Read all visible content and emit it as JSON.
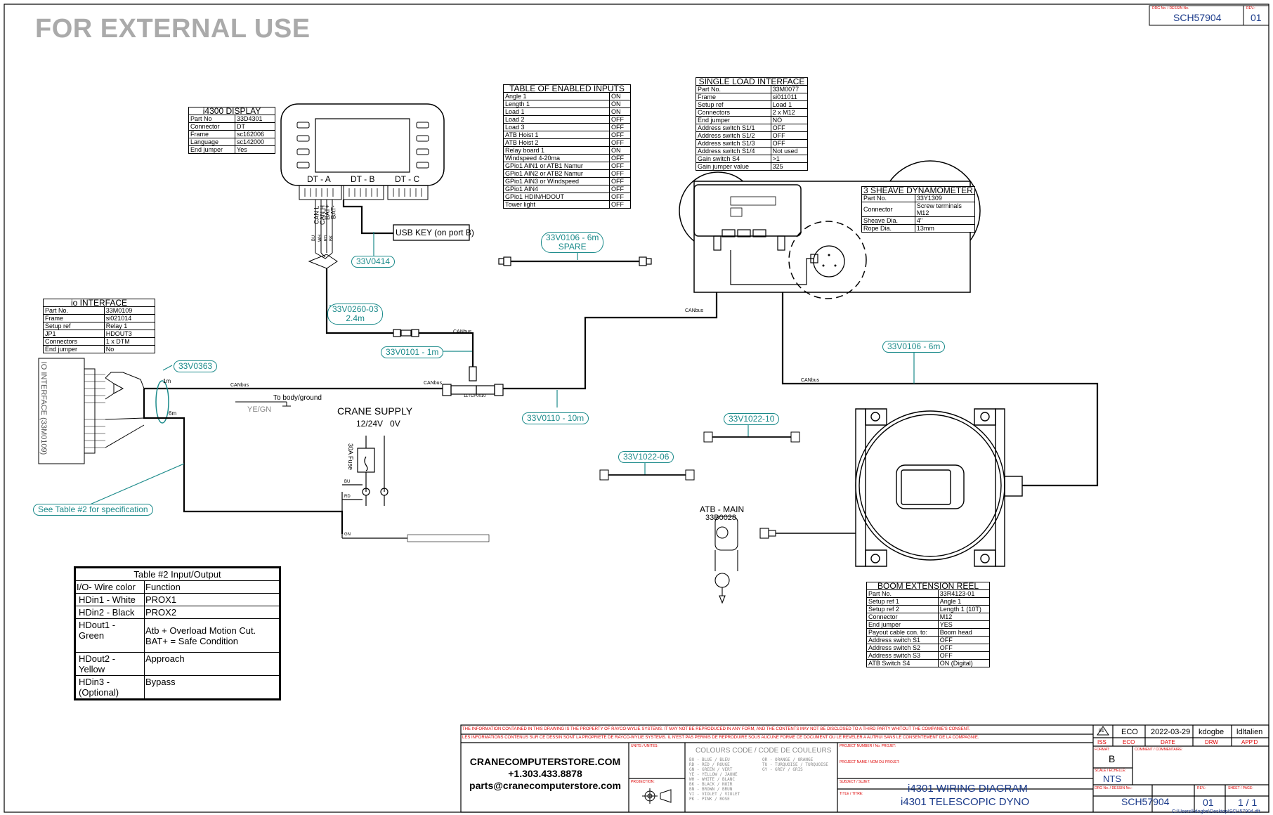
{
  "header": {
    "external_use": "FOR EXTERNAL USE",
    "drg_no_label": "DRG No. / DESSIN No.",
    "drg_no": "SCH57904",
    "rev_label": "REV.:",
    "rev": "01"
  },
  "display": {
    "title": "i4300 DISPLAY",
    "rows": [
      [
        "Part No",
        "33D4301"
      ],
      [
        "Connector",
        "DT"
      ],
      [
        "Frame",
        "sc162006"
      ],
      [
        "Language",
        "sc142000"
      ],
      [
        "End jumper",
        "Yes"
      ]
    ],
    "ports": [
      "DT - A",
      "DT - B",
      "DT - C"
    ]
  },
  "enabled_inputs": {
    "title": "TABLE OF ENABLED INPUTS",
    "rows": [
      [
        "Angle 1",
        "ON"
      ],
      [
        "Length 1",
        "ON"
      ],
      [
        "Load 1",
        "ON"
      ],
      [
        "Load 2",
        "OFF"
      ],
      [
        "Load 3",
        "OFF"
      ],
      [
        "ATB Hoist 1",
        "OFF"
      ],
      [
        "ATB Hoist 2",
        "OFF"
      ],
      [
        "Relay board 1",
        "ON"
      ],
      [
        "Windspeed 4-20ma",
        "OFF"
      ],
      [
        "GPio1 AIN1 or ATB1 Namur",
        "OFF"
      ],
      [
        "GPio1 AIN2 or ATB2 Namur",
        "OFF"
      ],
      [
        "GPio1 AIN3 or Windspeed",
        "OFF"
      ],
      [
        "GPio1 AIN4",
        "OFF"
      ],
      [
        "GPio1 HDIN/HDOUT",
        "OFF"
      ],
      [
        "Tower light",
        "OFF"
      ]
    ]
  },
  "single_load": {
    "title": "SINGLE LOAD INTERFACE",
    "rows": [
      [
        "Part No.",
        "33M0077"
      ],
      [
        "Frame",
        "si011011"
      ],
      [
        "Setup ref",
        "Load 1"
      ],
      [
        "Connectors",
        "2 x M12"
      ],
      [
        "End jumper",
        "NO"
      ],
      [
        "Address switch S1/1",
        "OFF"
      ],
      [
        "Address switch S1/2",
        "OFF"
      ],
      [
        "Address switch S1/3",
        "OFF"
      ],
      [
        "Address switch S1/4",
        "Not used"
      ],
      [
        "Gain switch S4",
        ">1"
      ],
      [
        "Gain jumper value",
        "325"
      ]
    ]
  },
  "dynamometer": {
    "title": "3 SHEAVE DYNAMOMETER",
    "rows": [
      [
        "Part No.",
        "33Y1309"
      ],
      [
        "Connector",
        "Screw terminals M12"
      ],
      [
        "Sheave Dia.",
        "4\""
      ],
      [
        "Rope Dia.",
        "13mm"
      ]
    ]
  },
  "io_interface": {
    "title": "io INTERFACE",
    "rows": [
      [
        "Part No.",
        "33M0109"
      ],
      [
        "Frame",
        "si021014"
      ],
      [
        "Setup ref",
        "Relay 1"
      ],
      [
        "JP1",
        "HDOUT3"
      ],
      [
        "Connectors",
        "1 x DTM"
      ],
      [
        "End jumper",
        "No"
      ]
    ],
    "vertical_label": "IO INTERFACE (33M0109)"
  },
  "boom_reel": {
    "title": "BOOM EXTENSION REEL",
    "rows": [
      [
        "Part No.",
        "33R4123-01"
      ],
      [
        "Setup ref 1",
        "Angle 1"
      ],
      [
        "Setup ref 2",
        "Length 1 (10T)"
      ],
      [
        "Connector",
        "M12"
      ],
      [
        "End jumper",
        "YES"
      ],
      [
        "Payout cable con. to:",
        "Boom head"
      ],
      [
        "Address switch S1",
        "OFF"
      ],
      [
        "Address switch S2",
        "OFF"
      ],
      [
        "Address switch S3",
        "OFF"
      ],
      [
        "ATB Switch S4",
        "ON (Digital)"
      ]
    ]
  },
  "table2": {
    "title": "Table #2 Input/Output",
    "header": [
      "I/O- Wire color",
      "Function"
    ],
    "rows": [
      [
        "HDin1 - White",
        "PROX1"
      ],
      [
        "HDin2 - Black",
        "PROX2"
      ],
      [
        "HDout1 - Green",
        "Atb + Overload Motion Cut. BAT+ = Safe Condition"
      ],
      [
        "HDout2 - Yellow",
        "Approach"
      ],
      [
        "HDin3 - (Optional)",
        "Bypass"
      ]
    ]
  },
  "cables": {
    "c1": "33V0106 - 6m",
    "c1b": "SPARE",
    "c2": "33V0414",
    "c3": "33V0260-03",
    "c3b": "2.4m",
    "c4": "33V0101 - 1m",
    "c5": "33V0363",
    "c6": "33V0110 - 10m",
    "c7": "33V0106 - 6m",
    "c8": "33V1022-10",
    "c9": "33V1022-06",
    "see_table": "See Table #2 for specification"
  },
  "labels": {
    "usb_key": "USB KEY (on port B)",
    "crane_supply": "CRANE SUPPLY",
    "voltage": "12/24V   0V",
    "fuse": "30A Fuse",
    "body_ground": "To body/ground",
    "ye_gn": "YE/GN",
    "canbus": "CANbus",
    "tee": "11TCP0010",
    "one_m": "1m",
    "six_m": "6m",
    "atb_main": "ATB - MAIN",
    "atb_part": "33B0028",
    "can_l": "CAN L",
    "can_h": "CAN H",
    "bat_plus": "BAT+",
    "bat_minus": "BAT-",
    "bu": "BU",
    "wh": "WH",
    "rd": "RD",
    "bk": "BK",
    "gn": "GN"
  },
  "title_block": {
    "notice_en": "THE INFORMATION CONTAINED IN THIS DRAWING IS THE PROPERTY OF RAYCO-WYLIE SYSTEMS. IT MAY NOT BE REPRODUCED IN ANY FORM, AND THE CONTENTS MAY NOT BE DISCLOSED TO A THIRD PARTY WHITOUT THE COMPANIE'S CONSENT.",
    "notice_fr": "LES INFORMATIONS CONTENUS SUR CE DESSIN SONT LA PROPRIETE DE RAYCO-WYLIE SYSTEMS. IL N'EST PAS PERMIS DE REPRODUIRE SOUS AUCUNE FORME CE DOCUMENT OU LE REVELER A AUTRUI SANS LE CONSENTEMENT DE LA COMPAGNIE.",
    "company_site": "CRANECOMPUTERSTORE.COM",
    "company_phone": "+1.303.433.8878",
    "company_email": "parts@cranecomputerstore.com",
    "units_label": "UNITS / UNITES:",
    "projection_label": "PROJECTION:",
    "colours_title": "COLOURS CODE / CODE DE COULEURS",
    "colours_left": [
      "BU - BLUE / BLEU",
      "RD - RED / ROUGE",
      "GN - GREEN / VERT",
      "YE - YELLOW / JAUNE",
      "WH - WHITE / BLANC",
      "BK - BLACK / NOIR",
      "BN - BROWN / BRUN",
      "VI - VIOLET / VIOLET",
      "PK - PINK / ROSE"
    ],
    "colours_right": [
      "OR - ORANGE / ORANGE",
      "TU - TURQUOISE / TURQUOISE",
      "GY - GREY / GRIS"
    ],
    "project_number_label": "PROJECT NUMBER / No. PROJET:",
    "project_name_label": "PROJECT NAME / NOM DU PROJET:",
    "subject_label": "SUBJECT / SUJET:",
    "title_label": "TITLE / TITRE:",
    "title1": "i4301 WIRING DIAGRAM",
    "title2": "i4301 TELESCOPIC DYNO",
    "iss_val": "01",
    "eco_val": "ECO",
    "date_val": "2022-03-29",
    "drw_val": "kdogbe",
    "appd_val": "ldltalien",
    "iss": "ISS",
    "eco": "ECO",
    "date": "DATE",
    "drw": "DRW",
    "appd": "APP'D",
    "format_label": "FORMAT:",
    "format": "B",
    "comment_label": "COMMENT / COMMENTAIRE:",
    "scale_label": "SCALE / ECHELLE:",
    "scale": "NTS",
    "drg_label": "DRG No. / DESSIN No.:",
    "drg": "SCH57904",
    "rev_label": "REV.:",
    "rev": "01",
    "sheet_label": "SHEET / PAGE:",
    "sheet": "1 / 1",
    "path": "C:\\Users\\kdogbe\\Desktop\\SCH57904.dft"
  }
}
